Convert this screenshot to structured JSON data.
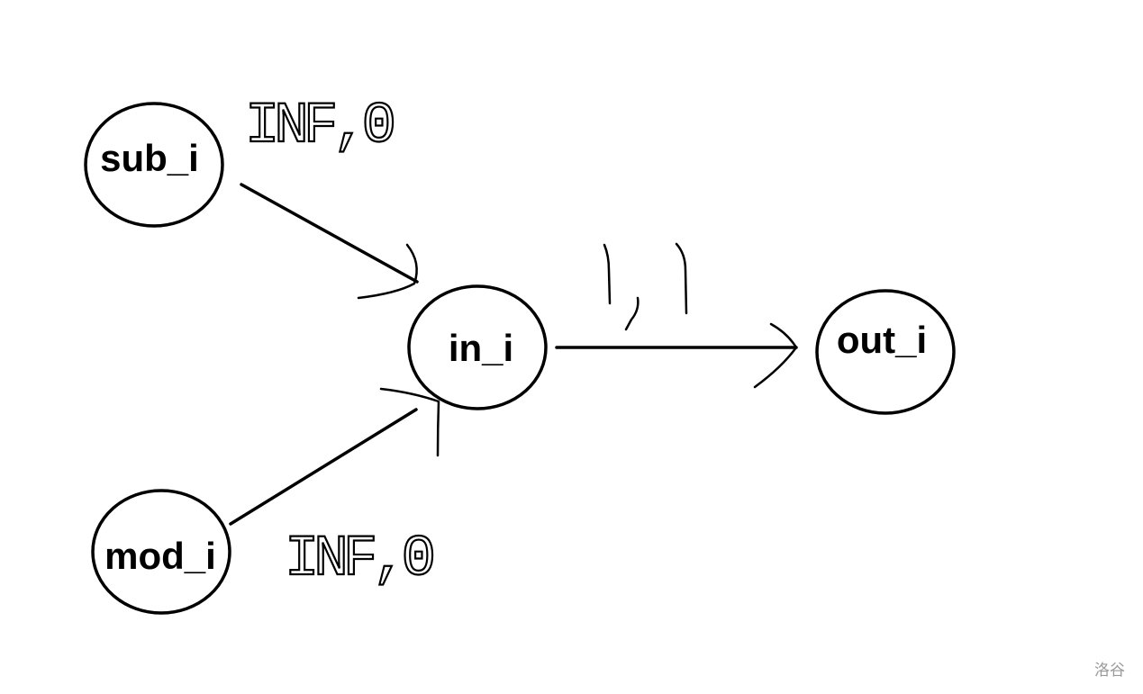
{
  "nodes": {
    "sub": {
      "label": "sub_i"
    },
    "mod": {
      "label": "mod_i"
    },
    "in": {
      "label": "in_i"
    },
    "out": {
      "label": "out_i"
    }
  },
  "edges": {
    "sub_to_in": {
      "label": "INF,0"
    },
    "mod_to_in": {
      "label": "INF,0"
    },
    "in_to_out": {
      "label": "1,1"
    }
  },
  "watermark": "洛谷"
}
